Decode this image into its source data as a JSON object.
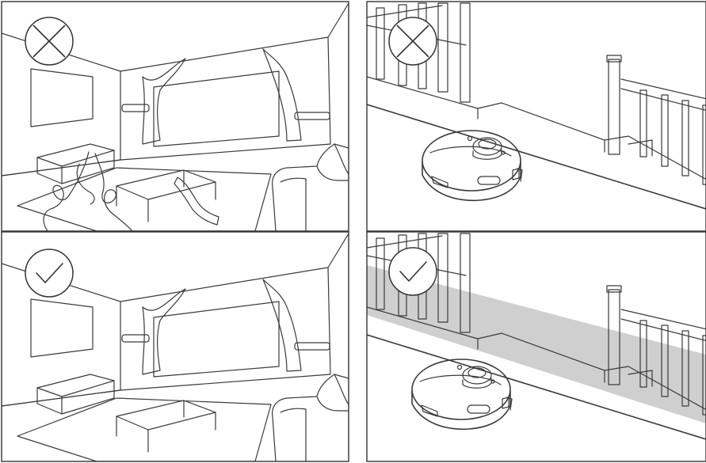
{
  "figure": {
    "panels": [
      {
        "id": "room-incorrect",
        "status": "incorrect",
        "icon": "cross-icon",
        "description_name": "room-with-cables"
      },
      {
        "id": "stairs-incorrect",
        "status": "incorrect",
        "icon": "cross-icon",
        "description_name": "robot-near-stair-edge"
      },
      {
        "id": "room-correct",
        "status": "correct",
        "icon": "check-icon",
        "description_name": "room-tidy"
      },
      {
        "id": "stairs-correct",
        "status": "correct",
        "icon": "check-icon",
        "description_name": "robot-with-barrier-zone"
      }
    ],
    "colors": {
      "line": "#3a3a3a",
      "barrier_band": "#cfcfcf",
      "background": "#ffffff"
    }
  }
}
